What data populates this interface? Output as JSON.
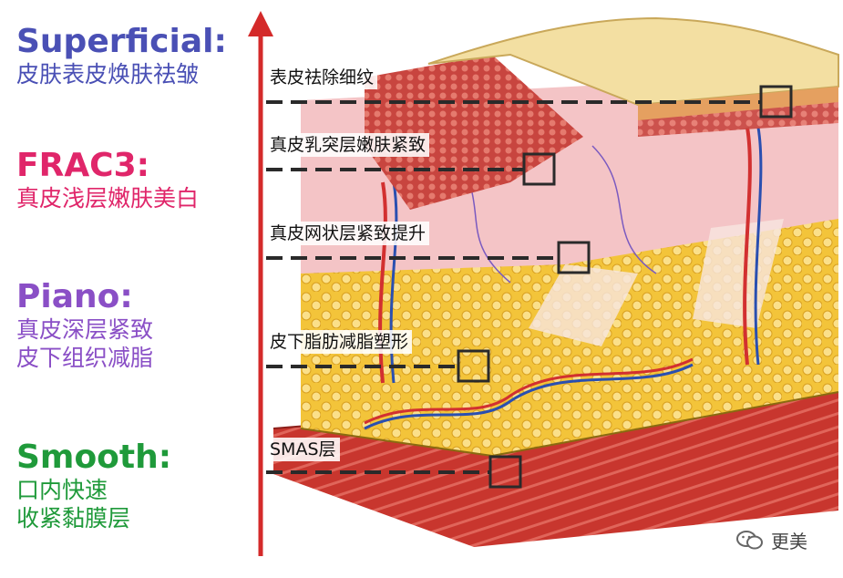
{
  "modes": [
    {
      "name": "Superficial:",
      "desc": [
        "皮肤表皮焕肤祛皱"
      ],
      "color": "#4a50b5"
    },
    {
      "name": "FRAC3:",
      "desc": [
        "真皮浅层嫩肤美白"
      ],
      "color": "#e0266a"
    },
    {
      "name": "Piano:",
      "desc": [
        "真皮深层紧致",
        "皮下组织减脂"
      ],
      "color": "#8a4fc6"
    },
    {
      "name": "Smooth:",
      "desc": [
        "口内快速",
        "收紧黏膜层"
      ],
      "color": "#1f9a3a"
    }
  ],
  "layers": [
    {
      "label": "表皮祛除细纹"
    },
    {
      "label": "真皮乳突层嫩肤紧致"
    },
    {
      "label": "真皮网状层紧致提升"
    },
    {
      "label": "皮下脂肪减脂塑形"
    },
    {
      "label": "SMAS层"
    }
  ],
  "watermark": {
    "text": "更美",
    "icon": "wechat-icon"
  },
  "colors": {
    "axis": "#d42a2a",
    "dash": "#2a2a2a"
  }
}
